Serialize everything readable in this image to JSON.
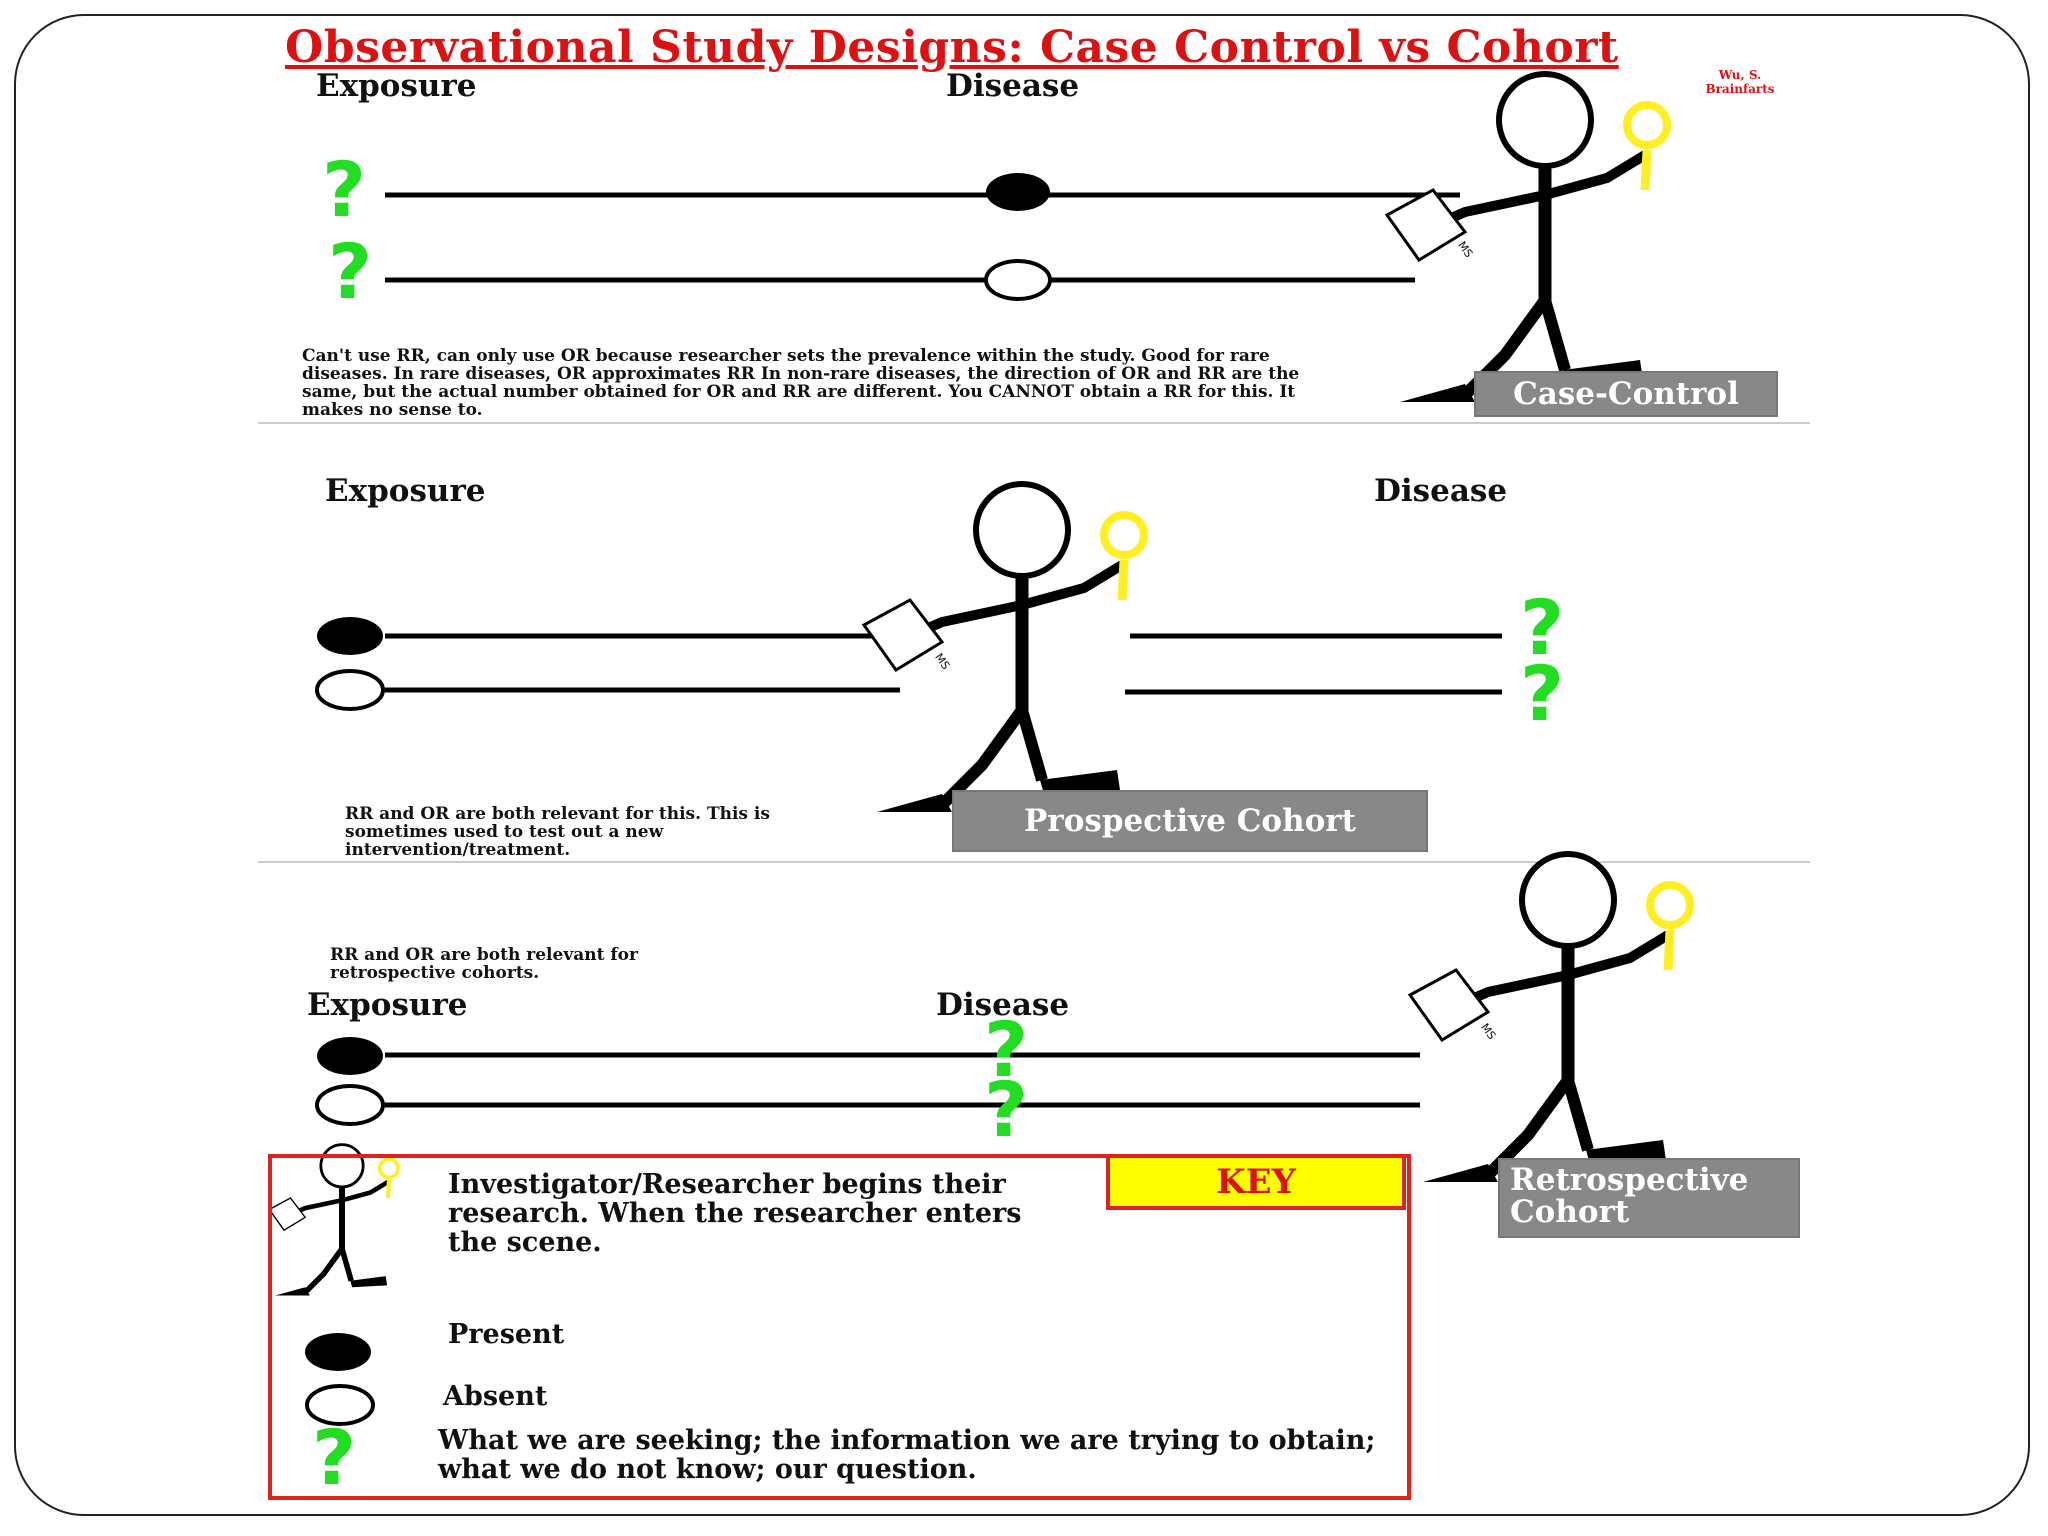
{
  "title": "Observational Study Designs:  Case Control vs Cohort",
  "credit": "Wu, S. Brainfarts",
  "colors": {
    "title_red": "#dd1111",
    "question_green": "#22dd22",
    "magnifier_yellow": "#ffee22",
    "label_gray": "#888888",
    "key_yellow": "#ffff00"
  },
  "panels": {
    "case_control": {
      "exposure_label": "Exposure",
      "disease_label": "Disease",
      "note": "Can't use RR, can only use OR because researcher sets the prevalence within the study. Good for rare diseases.  In rare diseases, OR approximates  RR   In non-rare diseases, the direction of OR and RR are the same, but the actual number obtained for OR and RR are different.  You CANNOT obtain a RR for this.  It makes no sense to.",
      "label": "Case-Control"
    },
    "prospective": {
      "exposure_label": "Exposure",
      "disease_label": "Disease",
      "note": "RR and OR are both relevant for this.  This is sometimes used to test out a new intervention/treatment.",
      "label": "Prospective Cohort"
    },
    "retrospective": {
      "note": "RR and OR are both relevant for retrospective cohorts.",
      "exposure_label": "Exposure",
      "disease_label": "Disease",
      "label": "Retrospective Cohort"
    }
  },
  "key": {
    "tag": "KEY",
    "researcher_text": "Investigator/Researcher begins their research.  When the researcher enters the scene.",
    "present_text": "Present",
    "absent_text": "Absent",
    "question_text": "What we are seeking; the information we are trying to obtain; what we do not know; our question."
  },
  "question_glyph": "?",
  "clipboard_text": "MS",
  "icons": [
    "stick-figure-researcher-icon",
    "magnifying-glass-icon",
    "clipboard-icon",
    "filled-circle-icon",
    "hollow-circle-icon",
    "question-mark-icon"
  ]
}
